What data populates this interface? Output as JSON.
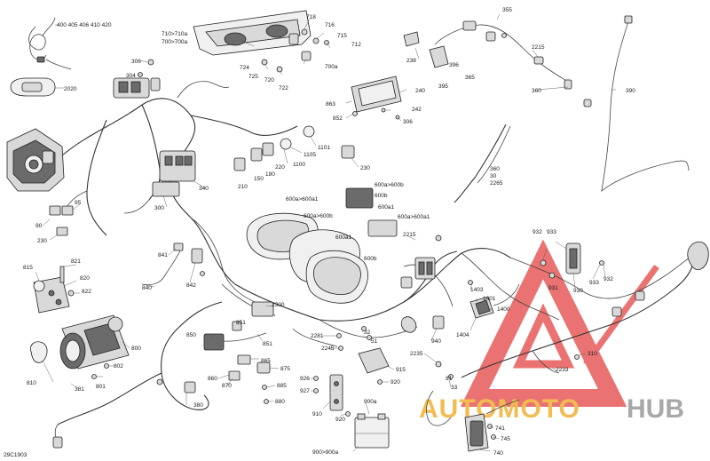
{
  "diagram_id": "29C1903",
  "watermark": {
    "text_left": "AUTOMOTO",
    "text_right": "HUB",
    "color_left": "#f2b134",
    "color_right": "#9a9a9a",
    "triangle_color": "#e85a5a"
  },
  "callouts": {
    "c_400": "400 405 406 410 420",
    "c_2020": "2020",
    "c_306a": "306",
    "c_304": "304",
    "c_710": "710>710a",
    "c_700": "700>700a",
    "c_718": "718",
    "c_716": "716",
    "c_715": "715",
    "c_712": "712",
    "c_724": "724",
    "c_725": "725",
    "c_720": "720",
    "c_722": "722",
    "c_700a": "700a",
    "c_355": "355",
    "c_238": "238",
    "c_396": "396",
    "c_365": "365",
    "c_395": "395",
    "c_2215a": "2215",
    "c_360a": "360",
    "c_390": "390",
    "c_240": "240",
    "c_863": "863",
    "c_242": "242",
    "c_852": "852",
    "c_306b": "306",
    "c_1101": "1101",
    "c_1105": "1105",
    "c_1100": "1100",
    "c_230a": "230",
    "c_220": "220",
    "c_180": "180",
    "c_150": "150",
    "c_210": "210",
    "c_340": "340",
    "c_360b": "360",
    "c_30": "30",
    "c_2265": "2265",
    "c_95": "95",
    "c_90": "90",
    "c_230b": "230",
    "c_300": "300",
    "c_600a1a": "600a>600a1",
    "c_600b1": "600a>600b",
    "c_600b": "600b",
    "c_600a1b": "600a1",
    "c_600ab": "600a>600b",
    "c_600a1c": "600a>600a1",
    "c_600a1d": "600a1",
    "c_600bb": "600b",
    "c_2215b": "2215",
    "c_932a": "932",
    "c_933a": "933",
    "c_932b": "932",
    "c_931": "931",
    "c_930": "930",
    "c_933b": "933",
    "c_841": "841",
    "c_842": "842",
    "c_840": "840",
    "c_815": "815",
    "c_821": "821",
    "c_820": "820",
    "c_822": "822",
    "c_800": "800",
    "c_802": "802",
    "c_801": "801",
    "c_810": "810",
    "c_381": "381",
    "c_380": "380",
    "c_2300": "2300",
    "c_851": "851",
    "c_850": "850",
    "c_851b": "851",
    "c_865": "865",
    "c_860": "860",
    "c_870": "870",
    "c_875": "875",
    "c_885": "885",
    "c_880": "880",
    "c_2281": "2281",
    "c_32": "32",
    "c_51": "51",
    "c_2245": "2245",
    "c_2235": "2235",
    "c_31": "31",
    "c_33": "33",
    "c_940": "940",
    "c_915": "915",
    "c_920a": "920",
    "c_926": "926",
    "c_927": "927",
    "c_910": "910",
    "c_920b": "920",
    "c_900a": "900a",
    "c_900": "900>900a",
    "c_1403": "1403",
    "c_1401": "1401",
    "c_1400": "1400",
    "c_1404": "1404",
    "c_310": "310",
    "c_2233": "2233",
    "c_741": "741",
    "c_745": "745",
    "c_740": "740"
  }
}
